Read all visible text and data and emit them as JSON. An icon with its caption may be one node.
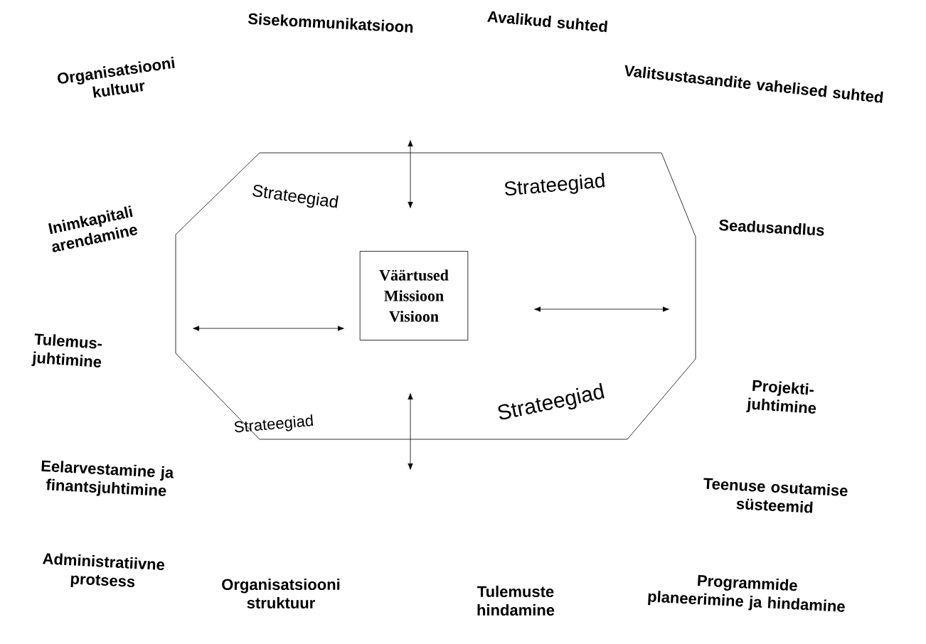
{
  "diagram": {
    "nodes": [
      {
        "text": [
          "Strateegiad",
          "Strateegiad",
          "Strateegiad",
          "Strateegiad"
        ]
      },
      {
        "text": [
          "Väärtused Missioon Visioon"
        ],
        "in": 0
      }
    ],
    "labels": [
      "Sisekommunikatsioon",
      "Avalikud suhted",
      "Organisatsiooni kultuur",
      "Valitsustasandite vahelised suhted",
      "Inimkapitali arendamine",
      "Seadusandlus",
      "Tulemus- juhtimine",
      "Projekti- juhtimine",
      "Eelarvestamine ja finantsjuhtimine",
      "Teenuse osutamise süsteemid",
      "Administratiivne protsess",
      "Organisatsiooni struktuur",
      "Tulemuste hindamine",
      "Programmide planeerimine ja hindamine"
    ]
  }
}
